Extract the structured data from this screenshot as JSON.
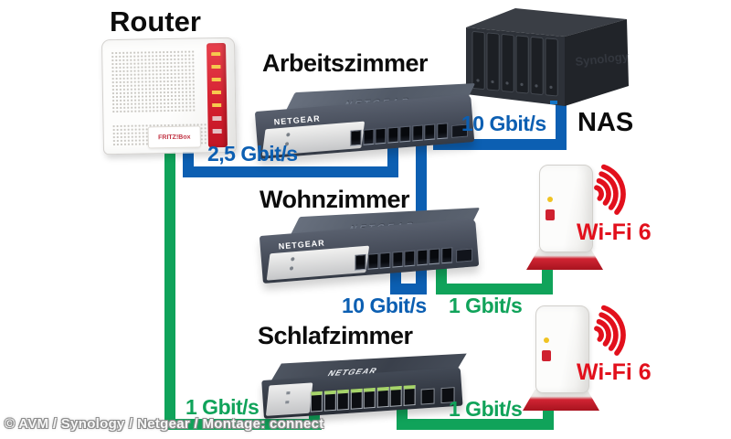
{
  "diagram": {
    "labels": {
      "router": "Router",
      "study": "Arbeitszimmer",
      "living": "Wohnzimmer",
      "bedroom": "Schlafzimmer",
      "nas": "NAS",
      "wifi_living": "Wi-Fi 6",
      "wifi_bedroom": "Wi-Fi 6"
    },
    "links": {
      "router_study": "2,5 Gbit/s",
      "study_nas": "10 Gbit/s",
      "study_living": "10 Gbit/s",
      "living_repeater": "1 Gbit/s",
      "router_bedroom": "1 Gbit/s",
      "bedroom_repeater": "1 Gbit/s"
    },
    "devices": {
      "router_brand": "FRITZ!Box",
      "switch_brand": "NETGEAR",
      "nas_brand": "Synology"
    },
    "colors": {
      "link_fast_blue": "#0c5fb2",
      "link_gigabit_green": "#10a35a",
      "wifi_red": "#e2101c"
    },
    "credit": "© AVM / Synology / Netgear / Montage: connect"
  }
}
